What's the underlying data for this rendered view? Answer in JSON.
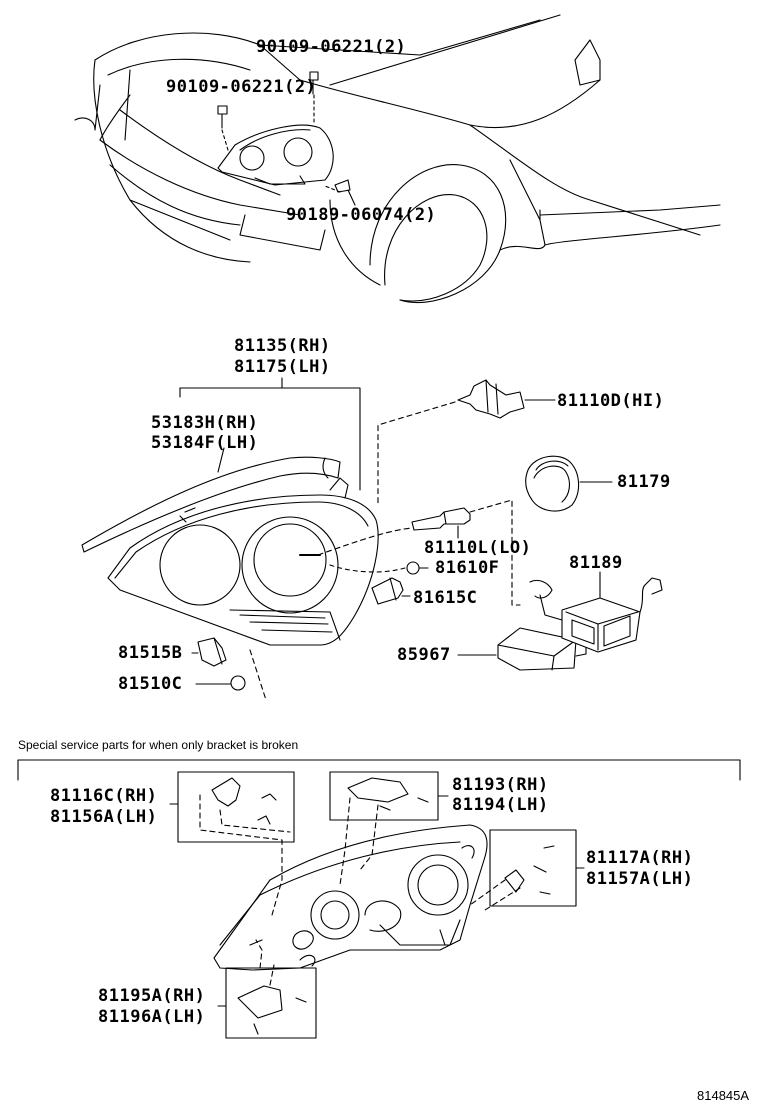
{
  "labels": {
    "bolt_top": "90109-06221(2)",
    "bolt_left": "90109-06221(2)",
    "clip": "90189-06074(2)",
    "headlamp_rh": "81135(RH)",
    "headlamp_lh": "81175(LH)",
    "molding_rh": "53183H(RH)",
    "molding_lh": "53184F(LH)",
    "bulb_hi": "81110D(HI)",
    "cover": "81179",
    "bulb_lo": "81110L(LO)",
    "computer": "81189",
    "bulb_small": "81610F",
    "socket_small": "81615C",
    "ballast": "85967",
    "socket_side": "81515B",
    "bulb_side": "81510C",
    "bracket_a_rh": "81116C(RH)",
    "bracket_a_lh": "81156A(LH)",
    "bracket_b_rh": "81193(RH)",
    "bracket_b_lh": "81194(LH)",
    "bracket_c_rh": "81117A(RH)",
    "bracket_c_lh": "81157A(LH)",
    "bracket_d_rh": "81195A(RH)",
    "bracket_d_lh": "81196A(LH)"
  },
  "note": "Special service parts for when only bracket is broken",
  "diagram_code": "814845A"
}
